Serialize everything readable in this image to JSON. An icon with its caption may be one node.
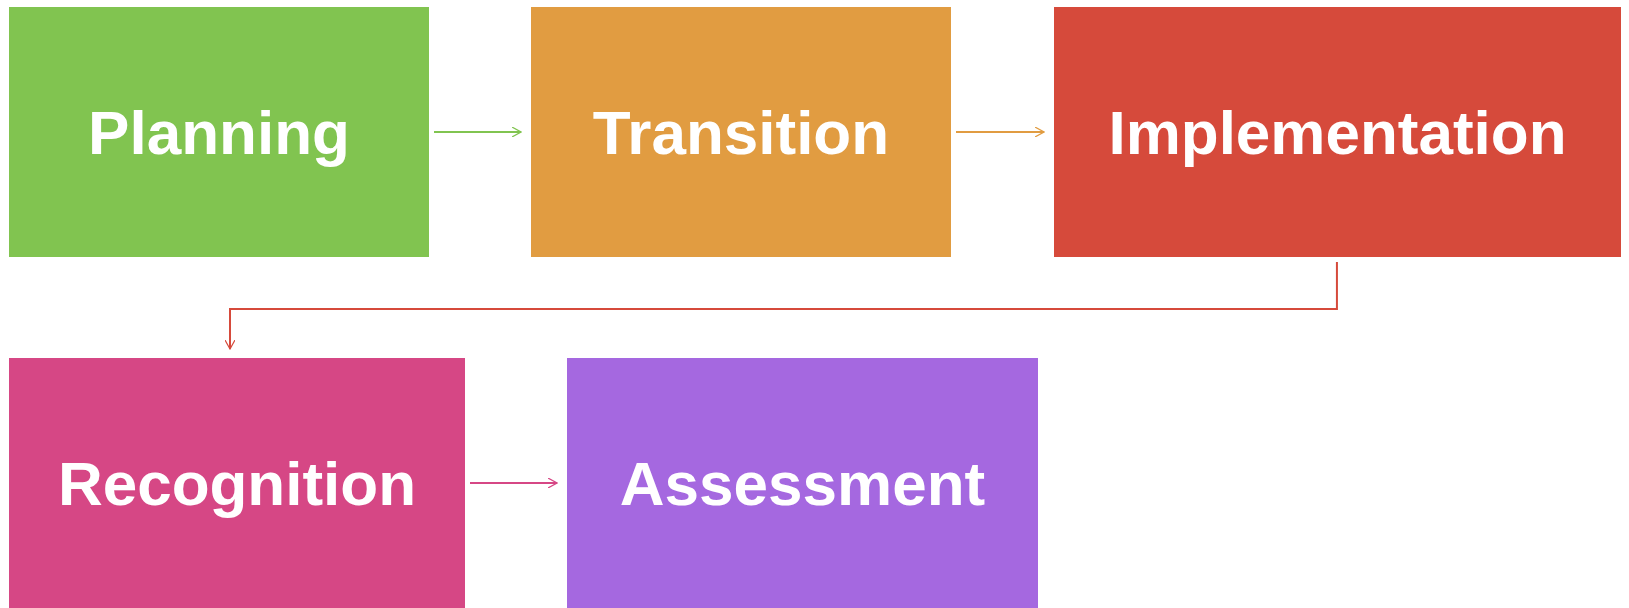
{
  "diagram": {
    "nodes": [
      {
        "text": [
          "Planning"
        ]
      },
      {
        "text": [
          "Transition"
        ]
      },
      {
        "text": [
          "Implementation"
        ]
      },
      {
        "text": [
          "Recognition"
        ]
      },
      {
        "text": [
          "Assessment"
        ]
      }
    ],
    "edges": [
      {
        "from": 0,
        "to": 1,
        "arrow": "to",
        "color": "#81c450"
      },
      {
        "from": 1,
        "to": 2,
        "arrow": "to",
        "color": "#e19c41"
      },
      {
        "from": 2,
        "to": 3,
        "arrow": "to",
        "color": "#d64a3b"
      },
      {
        "from": 3,
        "to": 4,
        "arrow": "to",
        "color": "#d64785"
      }
    ]
  }
}
